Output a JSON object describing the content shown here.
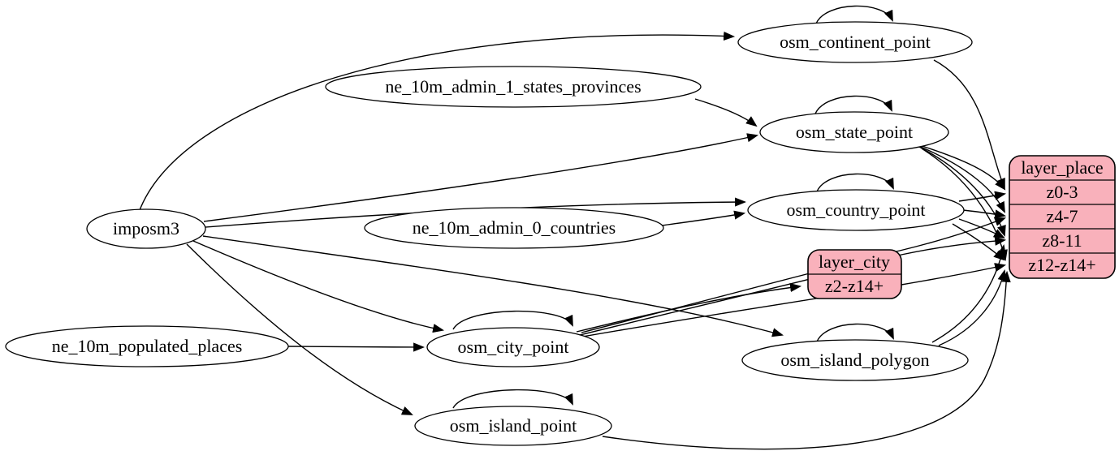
{
  "diagram": {
    "background": "#ffffff",
    "edge_color": "#000000",
    "record_fill": "#f9b1bb",
    "record_stroke": "#000000",
    "nodes": {
      "imposm3": {
        "label": "imposm3",
        "shape": "ellipse"
      },
      "ne_10m_populated_places": {
        "label": "ne_10m_populated_places",
        "shape": "ellipse"
      },
      "ne_10m_admin_1_states_provinces": {
        "label": "ne_10m_admin_1_states_provinces",
        "shape": "ellipse"
      },
      "ne_10m_admin_0_countries": {
        "label": "ne_10m_admin_0_countries",
        "shape": "ellipse"
      },
      "osm_continent_point": {
        "label": "osm_continent_point",
        "shape": "ellipse"
      },
      "osm_state_point": {
        "label": "osm_state_point",
        "shape": "ellipse"
      },
      "osm_country_point": {
        "label": "osm_country_point",
        "shape": "ellipse"
      },
      "osm_city_point": {
        "label": "osm_city_point",
        "shape": "ellipse"
      },
      "osm_island_polygon": {
        "label": "osm_island_polygon",
        "shape": "ellipse"
      },
      "osm_island_point": {
        "label": "osm_island_point",
        "shape": "ellipse"
      }
    },
    "records": {
      "layer_place": {
        "title": "layer_place",
        "rows": [
          "z0-3",
          "z4-7",
          "z8-11",
          "z12-z14+"
        ]
      },
      "layer_city": {
        "title": "layer_city",
        "rows": [
          "z2-z14+"
        ]
      }
    },
    "edges": [
      {
        "from": "imposm3",
        "to": "osm_continent_point"
      },
      {
        "from": "imposm3",
        "to": "osm_state_point"
      },
      {
        "from": "imposm3",
        "to": "osm_country_point"
      },
      {
        "from": "imposm3",
        "to": "osm_city_point"
      },
      {
        "from": "imposm3",
        "to": "osm_island_polygon"
      },
      {
        "from": "imposm3",
        "to": "osm_island_point"
      },
      {
        "from": "ne_10m_admin_1_states_provinces",
        "to": "osm_state_point"
      },
      {
        "from": "ne_10m_admin_0_countries",
        "to": "osm_country_point"
      },
      {
        "from": "ne_10m_populated_places",
        "to": "osm_city_point"
      },
      {
        "from": "osm_continent_point",
        "to": "osm_continent_point"
      },
      {
        "from": "osm_state_point",
        "to": "osm_state_point"
      },
      {
        "from": "osm_country_point",
        "to": "osm_country_point"
      },
      {
        "from": "osm_city_point",
        "to": "osm_city_point"
      },
      {
        "from": "osm_island_polygon",
        "to": "osm_island_polygon"
      },
      {
        "from": "osm_island_point",
        "to": "osm_island_point"
      },
      {
        "from": "osm_continent_point",
        "to": "layer_place:z0-3"
      },
      {
        "from": "osm_state_point",
        "to": "layer_place:z0-3"
      },
      {
        "from": "osm_state_point",
        "to": "layer_place:z4-7"
      },
      {
        "from": "osm_state_point",
        "to": "layer_place:z8-11"
      },
      {
        "from": "osm_state_point",
        "to": "layer_place:z12-z14+"
      },
      {
        "from": "osm_country_point",
        "to": "layer_place:z0-3"
      },
      {
        "from": "osm_country_point",
        "to": "layer_place:z4-7"
      },
      {
        "from": "osm_country_point",
        "to": "layer_place:z8-11"
      },
      {
        "from": "osm_country_point",
        "to": "layer_place:z12-z14+"
      },
      {
        "from": "osm_city_point",
        "to": "layer_city:z2-z14+"
      },
      {
        "from": "osm_city_point",
        "to": "layer_place:z4-7"
      },
      {
        "from": "osm_city_point",
        "to": "layer_place:z8-11"
      },
      {
        "from": "osm_city_point",
        "to": "layer_place:z12-z14+"
      },
      {
        "from": "osm_island_polygon",
        "to": "layer_place:z8-11"
      },
      {
        "from": "osm_island_polygon",
        "to": "layer_place:z12-z14+"
      },
      {
        "from": "osm_island_point",
        "to": "layer_place:z12-z14+"
      }
    ]
  }
}
